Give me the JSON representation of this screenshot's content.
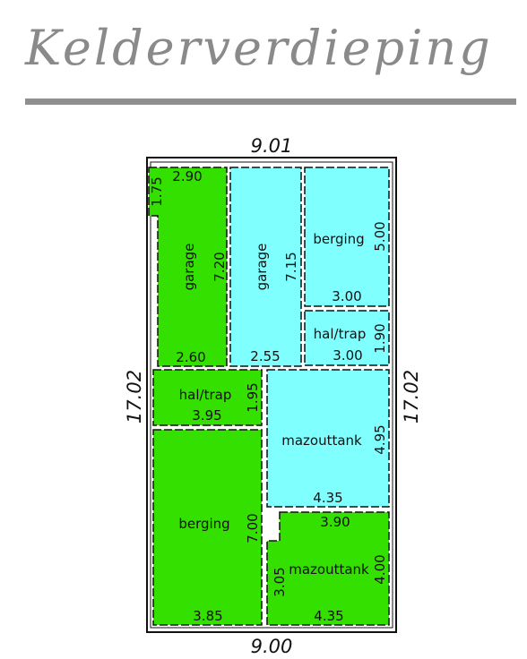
{
  "title": "Kelderverdieping",
  "dimensions": {
    "top": "9.01",
    "bottom": "9.00",
    "left": "17.02",
    "right": "17.02"
  },
  "rooms": {
    "garage_left": {
      "name": "garage",
      "color": "#33e000",
      "length": "7.20",
      "width": "2.60",
      "top_width": "2.90",
      "notch": "1.75"
    },
    "garage_right": {
      "name": "garage",
      "color": "#80ffff",
      "length": "7.15",
      "width": "2.55"
    },
    "berging_top": {
      "name": "berging",
      "color": "#80ffff",
      "length": "5.00",
      "width": "3.00"
    },
    "hal_trap_right": {
      "name": "hal/trap",
      "color": "#80ffff",
      "length": "1.90",
      "width": "3.00"
    },
    "hal_trap_left": {
      "name": "hal/trap",
      "color": "#33e000",
      "length": "1.95",
      "width": "3.95"
    },
    "mazouttank_top": {
      "name": "mazouttank",
      "color": "#80ffff",
      "length": "4.95",
      "width": "4.35"
    },
    "berging_bottom": {
      "name": "berging",
      "color": "#33e000",
      "length": "7.00",
      "width": "3.85"
    },
    "mazouttank_bottom": {
      "name": "mazouttank",
      "color": "#33e000",
      "length": "4.00",
      "width": "4.35",
      "top_width": "3.90",
      "side": "3.05"
    }
  }
}
